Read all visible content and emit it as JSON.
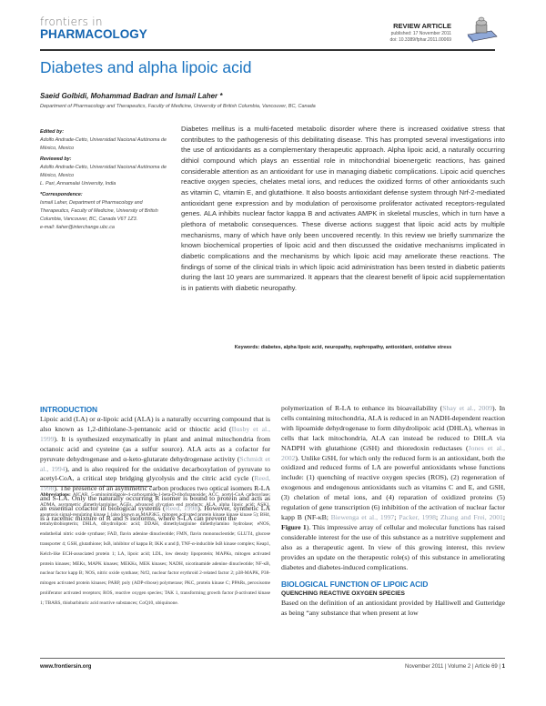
{
  "header": {
    "journal_line1": "frontiers in",
    "journal_line2": "PHARMACOLOGY",
    "article_type": "REVIEW ARTICLE",
    "published": "published: 17 November 2011",
    "doi": "doi: 10.3389/fphar.2011.00069",
    "icon": "journal-cover-icon",
    "brand_color": "#1565b0"
  },
  "title": "Diabetes and alpha lipoic acid",
  "authors": "Saeid Golbidi, Mohammad Badran and Ismail Laher *",
  "affiliation": "Department of Pharmacology and Therapeutics, Faculty of Medicine, University of British Columbia, Vancouver, BC, Canada",
  "sidebar": {
    "edited_by_label": "Edited by:",
    "edited_by": "Adolfo Andrade-Cetto, Universidad Nacional Autónoma de México, Mexico",
    "reviewed_by_label": "Reviewed by:",
    "reviewed_by_1": "Adolfo Andrade-Cetto, Universidad Nacional Autónoma de México, Mexico",
    "reviewed_by_2": "L. Pari, Annamalai University, India",
    "correspondence_label": "*Correspondence:",
    "correspondence": "Ismail Laher, Department of Pharmacology and Therapeutics, Faculty of Medicine, University of British Columbia, Vancouver, BC, Canada V6T 1Z3.",
    "email": "e-mail: ilaher@interchange.ubc.ca"
  },
  "abstract": "Diabetes mellitus is a multi-faceted metabolic disorder where there is increased oxidative stress that contributes to the pathogenesis of this debilitating disease. This has prompted several investigations into the use of antioxidants as a complementary therapeutic approach. Alpha lipoic acid, a naturally occurring dithiol compound which plays an essential role in mitochondrial bioenergetic reactions, has gained considerable attention as an antioxidant for use in managing diabetic complications. Lipoic acid quenches reactive oxygen species, chelates metal ions, and reduces the oxidized forms of other antioxidants such as vitamin C, vitamin E, and glutathione. It also boosts antioxidant defense system through Nrf-2-mediated antioxidant gene expression and by modulation of peroxisome proliferator activated receptors-regulated genes. ALA inhibits nuclear factor kappa B and activates AMPK in skeletal muscles, which in turn have a plethora of metabolic consequences. These diverse actions suggest that lipoic acid acts by multiple mechanisms, many of which have only been uncovered recently. In this review we briefly summarize the known biochemical properties of lipoic acid and then discussed the oxidative mechanisms implicated in diabetic complications and the mechanisms by which lipoic acid may ameliorate these reactions. The findings of some of the clinical trials in which lipoic acid administration has been tested in diabetic patients during the last 10 years are summarized. It appears that the clearest benefit of lipoic acid supplementation is in patients with diabetic neuropathy.",
  "keywords": "Keywords: diabetes, alpha lipoic acid, neuropathy, nephropathy, antioxidant, oxidative stress",
  "intro": {
    "heading": "INTRODUCTION",
    "p1": [
      {
        "t": "Lipoic acid (LA) or α-lipoic acid (ALA) is a naturally occurring compound that is also known as 1,2-dithiolane-3-pentanoic acid or thioctic acid ("
      },
      {
        "t": "Busby et al., 1999",
        "cite": true
      },
      {
        "t": "). It is synthesized enzymatically in plant and animal mitochondria from octanoic acid and cysteine (as a sulfur source). ALA acts as a cofactor for pyruvate dehydrogenase and α-keto-glutarate dehydrogenase activity ("
      },
      {
        "t": "Schmidt et al., 1994",
        "cite": true
      },
      {
        "t": "), and is also required for the oxidative decarboxylation of pyruvate to acetyl-CoA, a critical step bridging glycolysis and the citric acid cycle ("
      },
      {
        "t": "Reed, 1998",
        "cite": true
      },
      {
        "t": "). The presence of an asymmetric carbon produces two optical isomers R-LA and S-LA. Only the naturally occurring R isomer is bound to protein and acts as an essential cofactor in biological systems ("
      },
      {
        "t": "Reed, 1998",
        "cite": true
      },
      {
        "t": "). However, synthetic LA is a racemic mixture of R and S isoforms, where S-LA can prevent the polymerization of R-LA to enhance its bioavailability ("
      },
      {
        "t": "Shay et al., 2009",
        "cite": true
      },
      {
        "t": "). In cells containing mitochondria, ALA is reduced in an NADH-dependent reaction with lipoamide dehydrogenase to form dihydrolipoic acid (DHLA), whereas in cells that lack mitochondria, ALA can instead be reduced to DHLA via NADPH with glutathione (GSH) and thioredoxin reductases ("
      },
      {
        "t": "Jones et al., 2002",
        "cite": true
      },
      {
        "t": "). Unlike GSH, for which only the reduced form is an antioxidant, both the oxidized and reduced forms of LA are powerful antioxidants whose functions include: (1) quenching of reactive oxygen species (ROS), (2) regeneration of exogenous and endogenous antioxidants such as vitamins C and E, and GSH, (3) chelation of metal ions, and (4) reparation of oxidized proteins (5) regulation of gene transcription (6) inhibition of the activation of nuclear factor kapp B (NF-κB; "
      },
      {
        "t": "Biewenga et al., 1997",
        "cite": true
      },
      {
        "t": "; "
      },
      {
        "t": "Packer, 1998",
        "cite": true
      },
      {
        "t": "; "
      },
      {
        "t": "Zhang and Frei, 2001",
        "cite": true
      },
      {
        "t": "; "
      },
      {
        "t": "Figure 1",
        "fig": true
      },
      {
        "t": "). This impressive array of cellular and molecular functions has raised considerable interest for the use of this substance as a nutritive supplement and also as a therapeutic agent. In view of this growing interest, this review provides an update on the therapeutic role(s) of this substance in ameliorating diabetes and diabetes-induced complications."
      }
    ]
  },
  "bio": {
    "heading": "BIOLOGICAL FUNCTION OF LIPOIC ACID",
    "subheading": "QUENCHING REACTIVE OXYGEN SPECIES",
    "text": "Based on the definition of an antioxidant provided by Halliwell and Gutteridge as being “any substance that when present at low"
  },
  "abbreviations": {
    "label": "Abbreviations:",
    "text": "AICAR, 5-aminoimidazole-4-carboxamide-1-beta-D-ribofuranoside; ACC, acetyl-CoA carboxylase; ADMA, asymmetric dimethylarginine; AGEs, advanced glycation end products; ALA, alpha lipoic acid; ASK1, apoptosis signal-regulating kinase 1 (also known as MAP3K5, mitogen activated protein kinase kinase kinase 5); BH4, tetrahydrobiopterin; DHLA, dihydrolipoic acid; DDAH, dimethylarginine dimethylamino hydrolase; eNOS, endothelial nitric oxide synthase; FAD, flavin adenine dinucleotide; FMN, flavin mononucleotide; GLUT4, glucose transporter 4; GSH, glutathione; IκB, inhibitor of kappa B; IKK α and β, TNF-α-inducible IκB kinase complex; Keap1, Kelch-like ECH-associated protein 1; LA, lipoic acid; LDL, low density lipoprotein; MAPKs, mitogen activated protein kinases; MEKs, MAPK kinases; MEKKs, MEK kinases; NADH, nicotinamide adenine dinucleotide; NF-κB, nuclear factor kapp B; NOS, nitric oxide synthase; Nrf2, nuclear factor erythroid 2-related factor 2; p38-MAPK, P38-mitogen activated protein kinases; PARP, poly (ADP-ribose) polymerase; PKC, protein kinase C; PPARs, peroxisome proliferator activated receptors; ROS, reactive oxygen species; TAK 1, transforming growth factor β-activated kinase 1; TBARS, thiobarbituric acid reactive substances; CoQ10, ubiquinone."
  },
  "footer": {
    "site": "www.frontiersin.org",
    "issue": "November 2011 | Volume 2 | Article 69 |",
    "page": "1"
  }
}
